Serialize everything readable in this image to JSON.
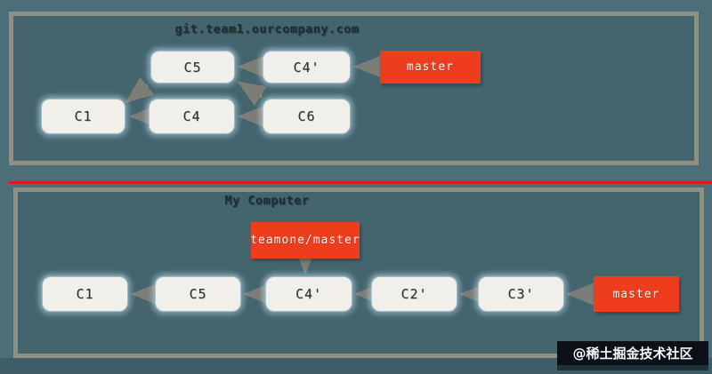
{
  "watermark": {
    "text": "@稀土掘金技术社区"
  },
  "colors": {
    "page_bg": "#4c6e79",
    "panel_bg": "#45656e",
    "panel_border": "#8e9086",
    "commit_fill": "#f1efe9",
    "commit_text": "#333433",
    "branch_fill": "#ee3d1c",
    "branch_text": "#fdfcfa",
    "arrow": "#8e8e87",
    "arrowhead": "#7d7d77",
    "divider": "#de1a17",
    "title_text": "#1f2d34",
    "footer_bg": "#3e5d68",
    "watermark_bg": "#0b1117",
    "watermark_text": "#f5f5f5"
  },
  "panels": [
    {
      "title": "git.team1.ourcompany.com",
      "nodes": {
        "c1": "C1",
        "c4": "C4",
        "c5": "C5",
        "c6": "C6",
        "c4p": "C4'"
      },
      "branches": {
        "master": "master"
      },
      "edges": [
        "C4 -> C1",
        "C5 -> C1",
        "C4' -> C5",
        "C6 -> C5",
        "C6 -> C4",
        "master -> C4'"
      ]
    },
    {
      "title": "My Computer",
      "nodes": {
        "c1": "C1",
        "c5": "C5",
        "c4p": "C4'",
        "c2p": "C2'",
        "c3p": "C3'"
      },
      "branches": {
        "master": "master",
        "teamone_master": "teamone/master"
      },
      "edges": [
        "C5 -> C1",
        "C4' -> C5",
        "C2' -> C4'",
        "C3' -> C2'",
        "master -> C3'",
        "teamone/master -> C4'"
      ]
    }
  ]
}
